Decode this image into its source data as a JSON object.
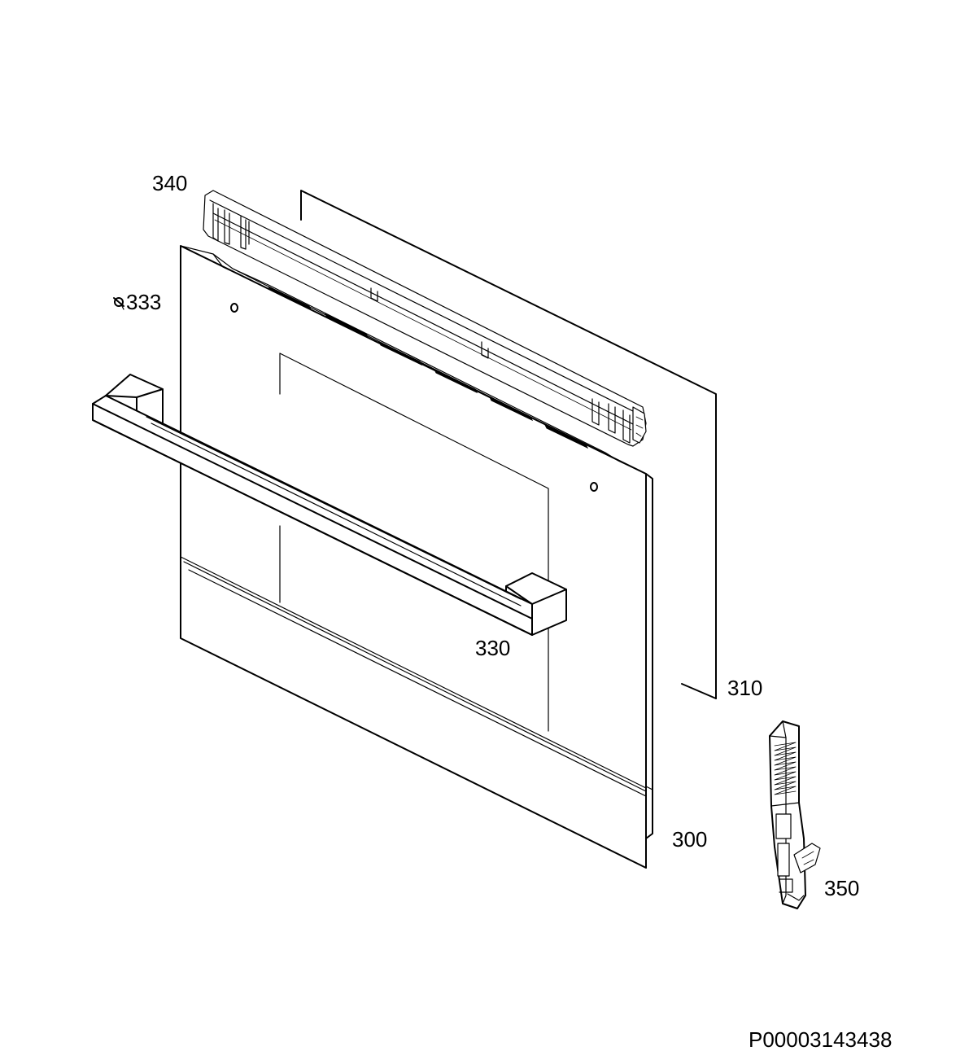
{
  "diagram": {
    "parts": [
      {
        "id": "part-340",
        "label": "340"
      },
      {
        "id": "part-333",
        "label": "333"
      },
      {
        "id": "part-330",
        "label": "330"
      },
      {
        "id": "part-310",
        "label": "310"
      },
      {
        "id": "part-300",
        "label": "300"
      },
      {
        "id": "part-350",
        "label": "350"
      }
    ],
    "reference_code": "P00003143438"
  }
}
